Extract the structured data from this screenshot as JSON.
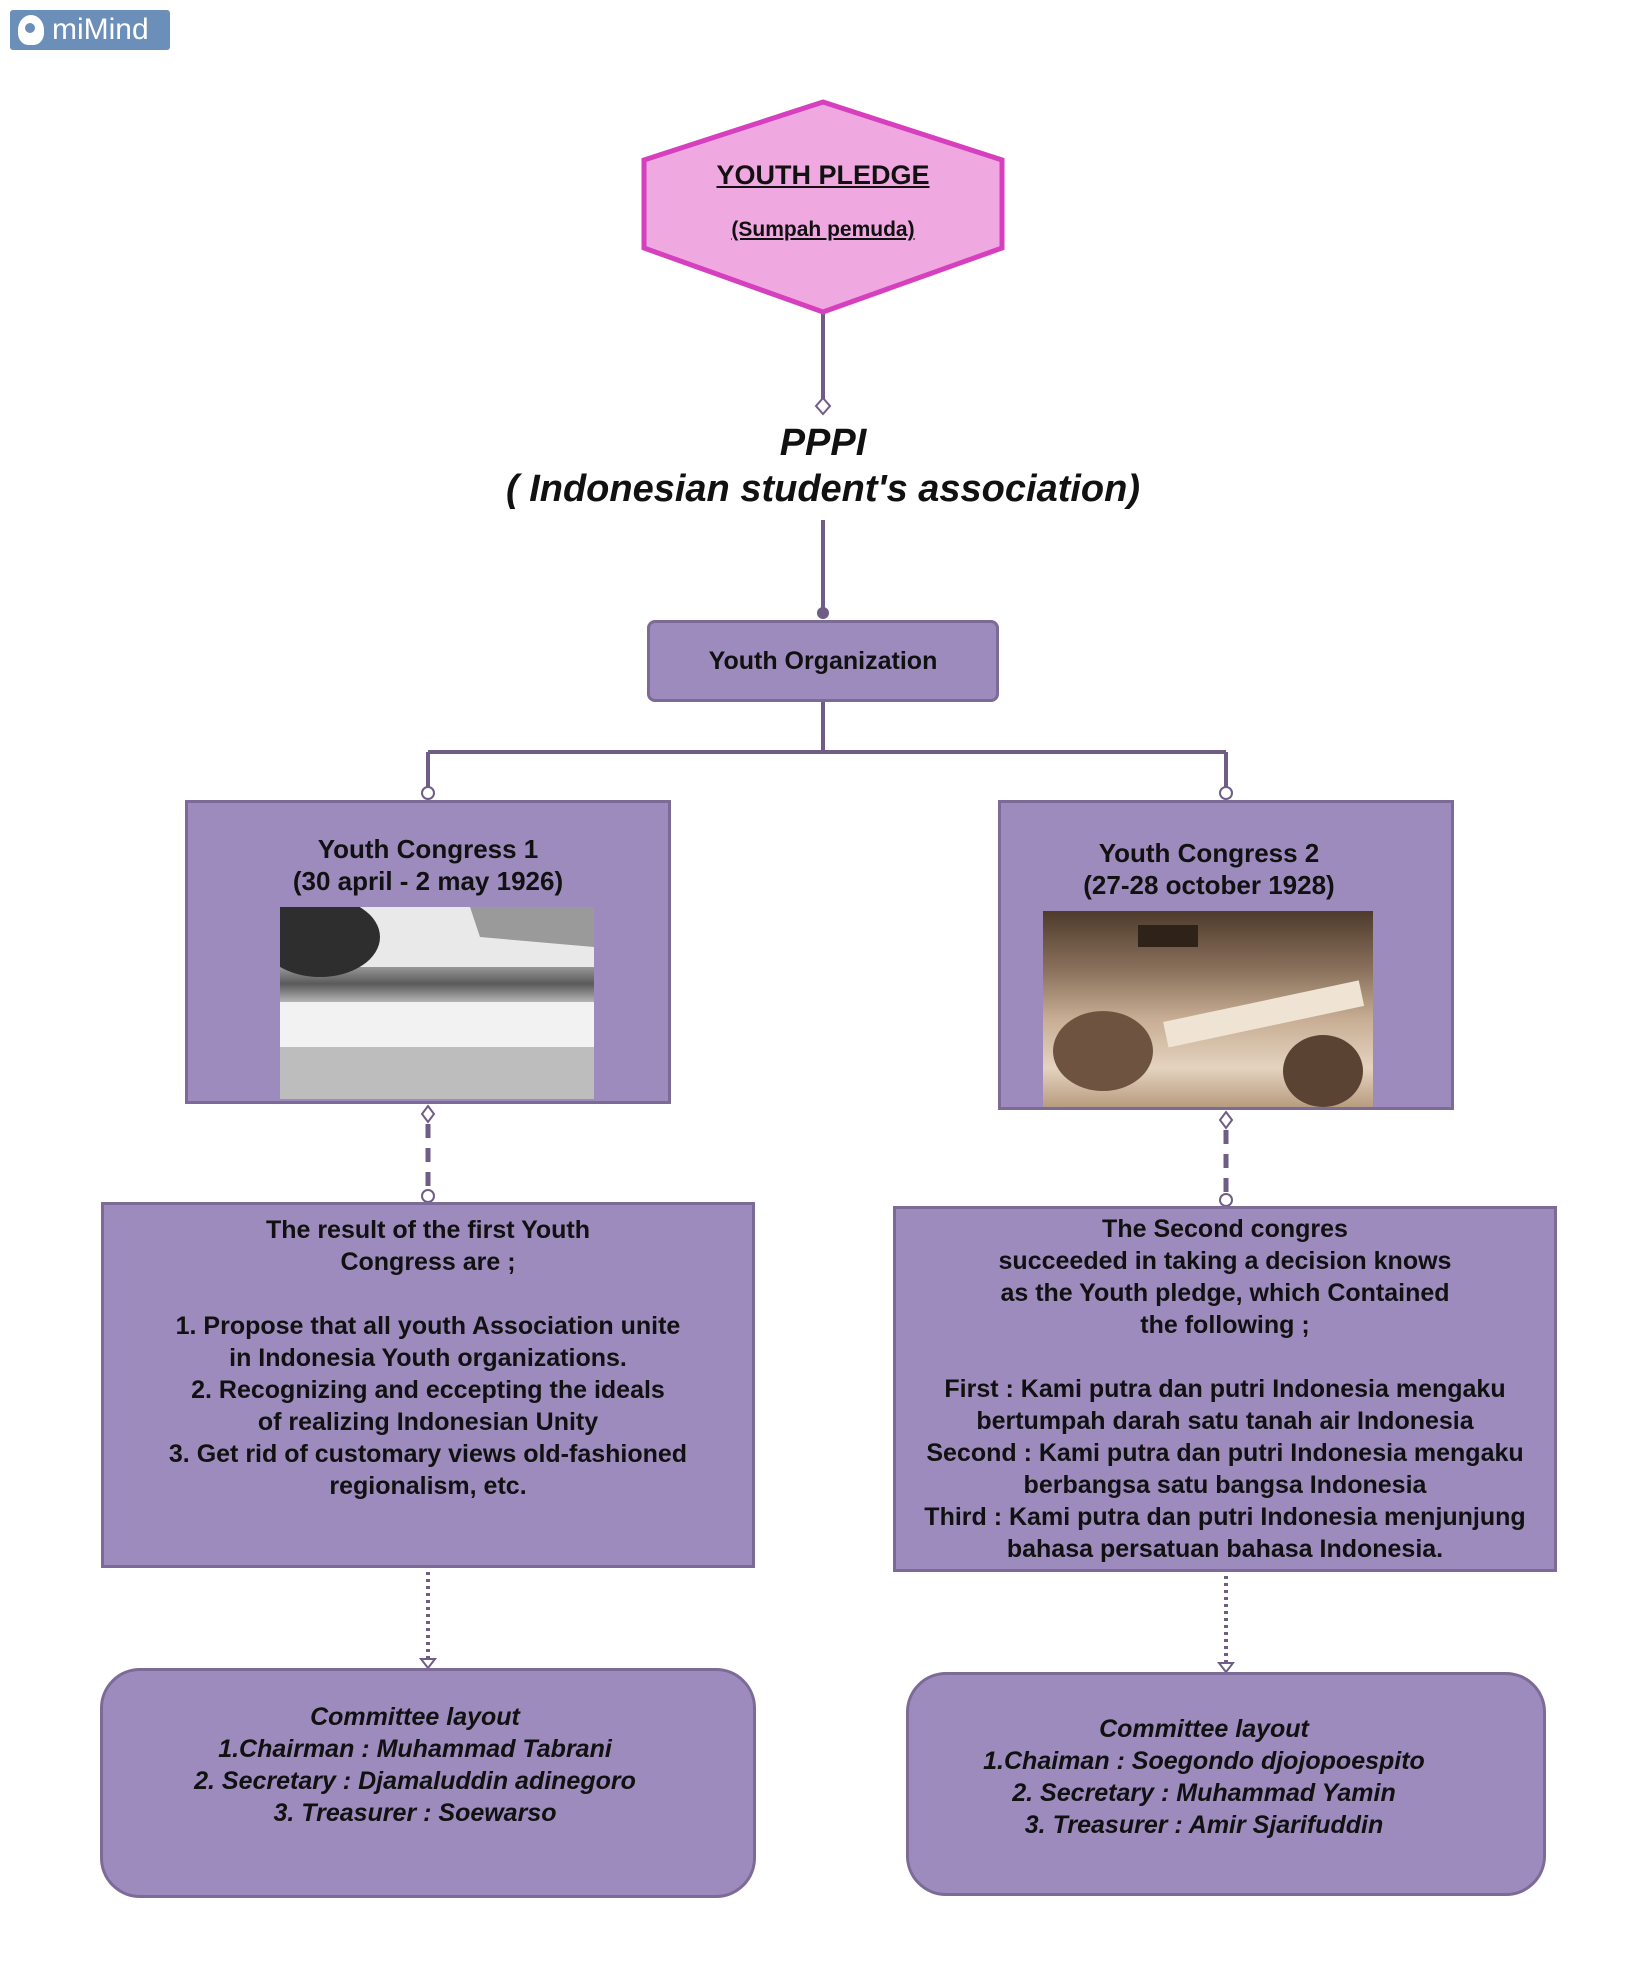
{
  "app": {
    "logo_text": "miMind"
  },
  "root": {
    "title": "YOUTH PLEDGE",
    "subtitle": "(Sumpah pemuda)"
  },
  "pppi": {
    "line1": "PPPI",
    "line2": "( Indonesian student's association)"
  },
  "org": {
    "label": "Youth Organization"
  },
  "congress1": {
    "title": "Youth Congress 1\n(30 april - 2 may 1926)",
    "result": "The result of the first Youth\nCongress are ;\n\n1. Propose that all youth Association unite\nin Indonesia Youth organizations.\n2. Recognizing and eccepting the ideals\nof realizing Indonesian Unity\n3. Get rid of customary views old-fashioned\nregionalism, etc.",
    "committee": "Committee layout\n1.Chairman : Muhammad Tabrani\n2. Secretary : Djamaluddin adinegoro\n3. Treasurer : Soewarso"
  },
  "congress2": {
    "title": "Youth Congress 2\n(27-28 october 1928)",
    "result": "The Second congres\nsucceeded in taking a decision knows\nas the Youth pledge, which Contained\nthe following ;\n\nFirst : Kami putra dan putri Indonesia mengaku\nbertumpah darah satu tanah air Indonesia\nSecond : Kami putra dan putri Indonesia mengaku\nberbangsa satu bangsa Indonesia\nThird : Kami putra dan putri Indonesia menjunjung\nbahasa persatuan bahasa Indonesia.",
    "committee": "Committee layout\n1.Chaiman :  Soegondo djojopoespito\n2. Secretary : Muhammad Yamin\n3. Treasurer : Amir Sjarifuddin"
  },
  "colors": {
    "node_fill": "#9d8bbd",
    "node_border": "#7c6a97",
    "root_fill": "#f0a8e0",
    "root_border": "#d63fbe",
    "connector": "#6f5d86"
  }
}
